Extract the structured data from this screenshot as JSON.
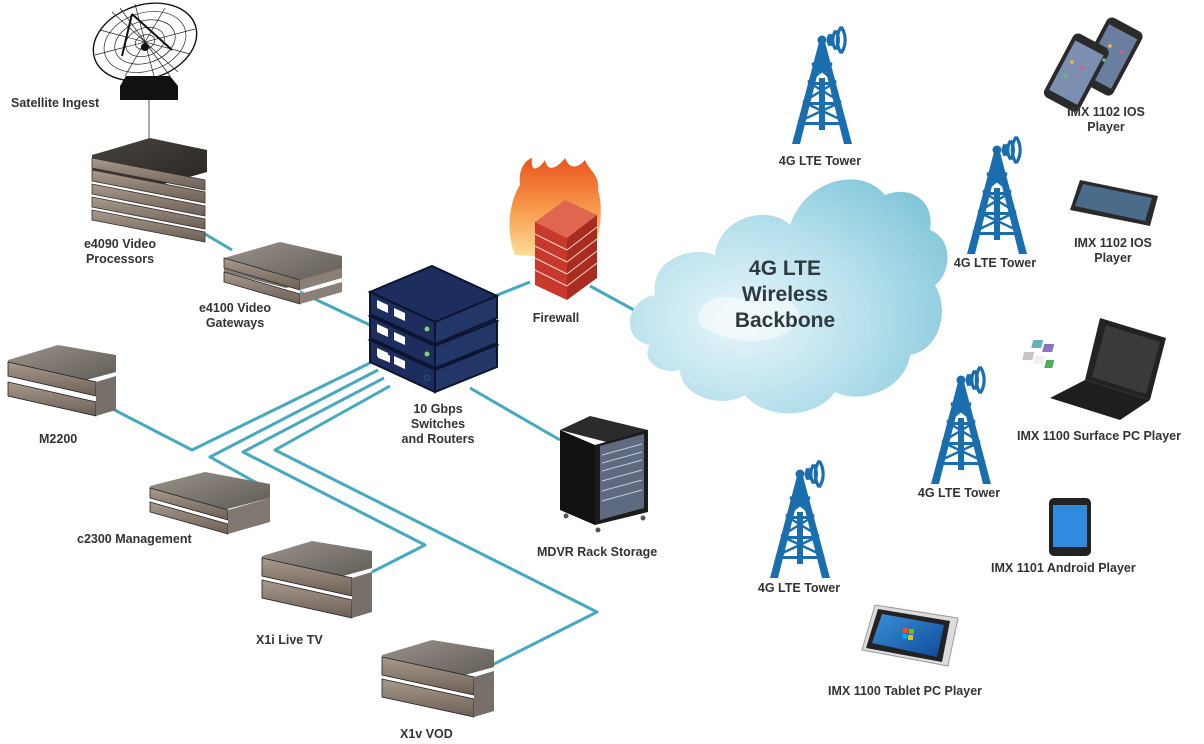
{
  "diagram": {
    "type": "network-topology",
    "colors": {
      "link": "#45a9bf",
      "tower": "#1a6ead",
      "switch": "#1c2d5e",
      "cloud": "#9fd3e2",
      "server": "#7b6f66",
      "firewall_brick": "#c8392b",
      "flame": "#f07a2c"
    },
    "nodes": {
      "satellite": {
        "label": "Satellite Ingest",
        "icon": "satellite-dish-icon"
      },
      "e4090": {
        "label_line1": "e4090 Video",
        "label_line2": "Processors",
        "icon": "server-stack-icon"
      },
      "e4100": {
        "label_line1": "e4100 Video",
        "label_line2": "Gateways",
        "icon": "server-icon"
      },
      "switches": {
        "label_line1": "10 Gbps",
        "label_line2": "Switches",
        "label_line3": "and Routers",
        "icon": "network-switch-icon"
      },
      "firewall": {
        "label": "Firewall",
        "icon": "firewall-icon"
      },
      "cloud": {
        "label_line1": "4G LTE",
        "label_line2": "Wireless",
        "label_line3": "Backbone",
        "icon": "cloud-icon"
      },
      "m2200": {
        "label": "M2200",
        "icon": "server-icon"
      },
      "c2300": {
        "label": "c2300 Management",
        "icon": "server-icon"
      },
      "x1i": {
        "label": "X1i Live TV",
        "icon": "server-icon"
      },
      "x1v": {
        "label": "X1v VOD",
        "icon": "server-icon"
      },
      "mdvr": {
        "label": "MDVR Rack Storage",
        "icon": "rack-icon"
      },
      "towers": [
        {
          "label": "4G LTE Tower",
          "icon": "cell-tower-icon"
        },
        {
          "label": "4G LTE Tower",
          "icon": "cell-tower-icon"
        },
        {
          "label": "4G LTE Tower",
          "icon": "cell-tower-icon"
        },
        {
          "label": "4G LTE Tower",
          "icon": "cell-tower-icon"
        }
      ],
      "players": [
        {
          "label_line1": "IMX 1102 IOS",
          "label_line2": "Player",
          "icon": "smartphone-icon"
        },
        {
          "label_line1": "IMX 1102 IOS",
          "label_line2": "Player",
          "icon": "tablet-icon"
        },
        {
          "label": "IMX 1100 Surface PC Player",
          "icon": "laptop-icon"
        },
        {
          "label": "IMX 1101 Android Player",
          "icon": "android-tablet-icon"
        },
        {
          "label": "IMX 1100 Tablet PC Player",
          "icon": "windows-tablet-icon"
        }
      ]
    },
    "links": [
      [
        "satellite",
        "e4090"
      ],
      [
        "e4090",
        "e4100"
      ],
      [
        "e4100",
        "switches"
      ],
      [
        "switches",
        "firewall"
      ],
      [
        "firewall",
        "cloud"
      ],
      [
        "switches",
        "mdvr"
      ],
      [
        "switches",
        "m2200"
      ],
      [
        "switches",
        "c2300"
      ],
      [
        "switches",
        "x1i"
      ],
      [
        "switches",
        "x1v"
      ]
    ]
  }
}
